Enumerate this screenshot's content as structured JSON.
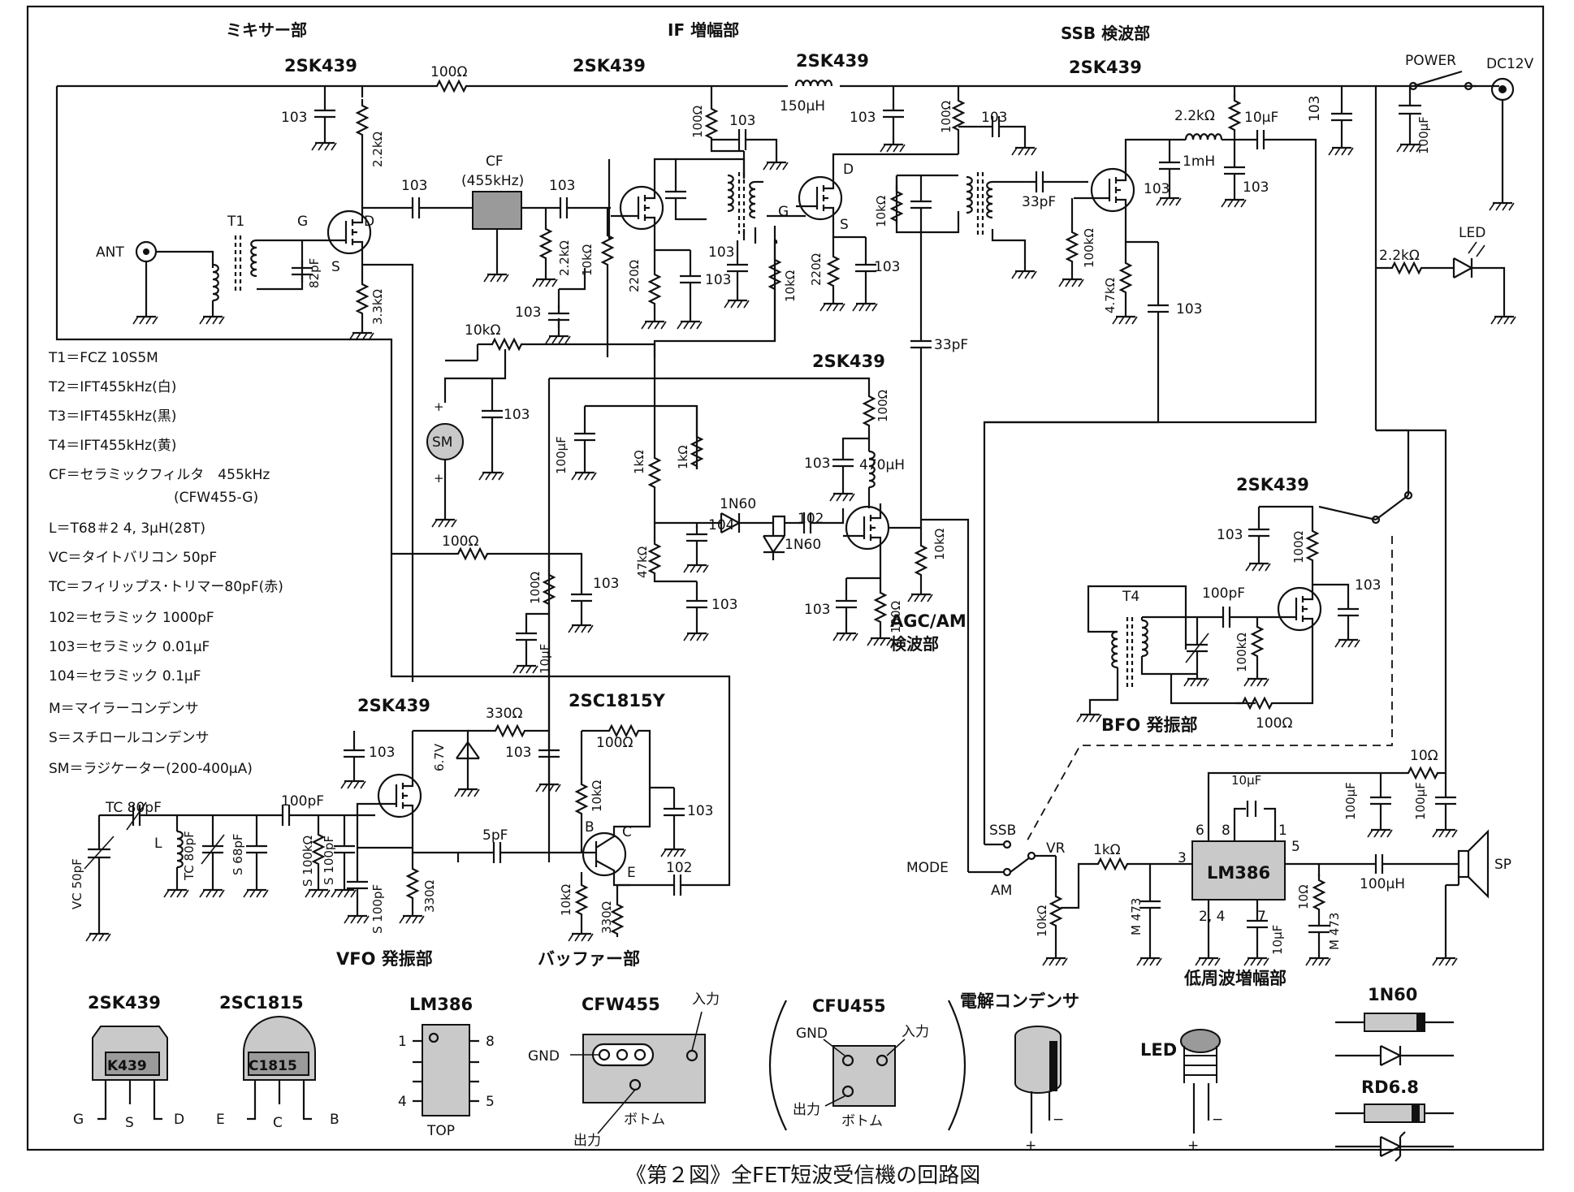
{
  "caption": "《第２図》全FET短波受信機の回路図",
  "sections": {
    "mixer": "ミキサー部",
    "if_amp": "IF 増幅部",
    "ssb_det": "SSB 検波部",
    "agc": "AGC/AM",
    "agc2": "検波部",
    "bfo": "BFO 発振部",
    "vfo": "VFO 発振部",
    "buffer": "バッファー部",
    "af_amp": "低周波増幅部"
  },
  "transistors": {
    "fet": "2SK439",
    "bjt": "2SC1815Y",
    "lm386": "LM386"
  },
  "labels": {
    "power": "POWER",
    "dc12v": "DC12V",
    "led": "LED",
    "ant": "ANT",
    "t1": "T1",
    "t4": "T4",
    "cf": "CF",
    "cf_freq": "(455kHz)",
    "mode": "MODE",
    "ssb": "SSB",
    "am": "AM",
    "vr": "VR",
    "sp": "SP",
    "sm": "SM",
    "g": "G",
    "d": "D",
    "s": "S",
    "b": "B",
    "c": "C",
    "e": "E",
    "pin3": "3",
    "pin5": "5",
    "pin6": "6",
    "pin8": "8",
    "pin1": "1",
    "pin24": "2, 4",
    "pin7": "7",
    "plus": "+"
  },
  "values": {
    "r100": "100Ω",
    "r22k": "2.2kΩ",
    "r33k": "3.3kΩ",
    "r10k": "10kΩ",
    "r220": "220Ω",
    "r47k": "4.7kΩ",
    "r100k": "100kΩ",
    "r1k": "1kΩ",
    "r47kb": "47kΩ",
    "r330": "330Ω",
    "r10": "10Ω",
    "c103": "103",
    "c104": "104",
    "c102": "102",
    "c82p": "82pF",
    "c33p": "33pF",
    "c100p": "100pF",
    "c5p": "5pF",
    "c10u": "10μF",
    "c100u": "100μF",
    "l150": "150μH",
    "l1m": "1mH",
    "l470": "470μH",
    "l100": "100μH",
    "d1n60": "1N60",
    "z67": "6.7V",
    "tc80": "TC 80pF",
    "vc50": "VC 50pF",
    "l": "L",
    "s68": "S 68pF",
    "s100": "S 100pF",
    "s100k": "S 100kΩ",
    "m473": "M 473",
    "vr10k": "10kΩ"
  },
  "legend": [
    "T1＝FCZ 10S5M",
    "T2＝IFT455kHz(白)",
    "T3＝IFT455kHz(黒)",
    "T4＝IFT455kHz(黄)",
    "CF＝セラミックフィルタ　455kHz",
    "(CFW455-G)",
    "L＝T68＃2 4, 3μH(28T)",
    "VC＝タイトバリコン 50pF",
    "TC＝フィリップス･トリマー80pF(赤)",
    "102＝セラミック 1000pF",
    "103＝セラミック 0.01μF",
    "104＝セラミック 0.1μF",
    "M＝マイラーコンデンサ",
    "S＝スチロールコンデンサ",
    "SM＝ラジケーター(200-400μA)"
  ],
  "pinouts": {
    "p1_title": "2SK439",
    "p1_mark": "K439",
    "p1_pins": [
      "G",
      "S",
      "D"
    ],
    "p2_title": "2SC1815",
    "p2_mark": "C1815",
    "p2_pins": [
      "E",
      "C",
      "B"
    ],
    "p3_title": "LM386",
    "p3_pins": [
      "1",
      "8",
      "4",
      "5"
    ],
    "p3_top": "TOP",
    "p4_title": "CFW455",
    "p4_in": "入力",
    "p4_gnd": "GND",
    "p4_out": "出力",
    "p4_bottom": "ボトム",
    "p5_title": "CFU455",
    "p5_gnd": "GND",
    "p5_in": "入力",
    "p5_out": "出力",
    "p5_bottom": "ボトム",
    "p6_title": "電解コンデンサ",
    "p6_minus": "−",
    "p6_plus": "+",
    "p7_title": "LED",
    "p7_minus": "−",
    "p7_plus": "+",
    "p8_title": "1N60",
    "p9_title": "RD6.8"
  }
}
